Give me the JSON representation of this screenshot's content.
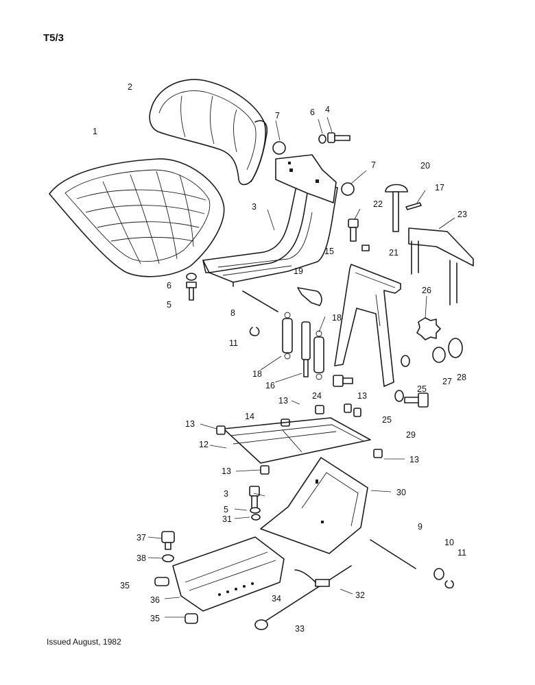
{
  "page": {
    "code": "T5/3",
    "issued": "Issued August, 1982"
  },
  "callouts": [
    {
      "id": "c1",
      "text": "1"
    },
    {
      "id": "c2",
      "text": "2"
    },
    {
      "id": "c3a",
      "text": "3"
    },
    {
      "id": "c3b",
      "text": "3"
    },
    {
      "id": "c4",
      "text": "4"
    },
    {
      "id": "c5a",
      "text": "5"
    },
    {
      "id": "c5b",
      "text": "5"
    },
    {
      "id": "c6a",
      "text": "6"
    },
    {
      "id": "c6b",
      "text": "6"
    },
    {
      "id": "c7a",
      "text": "7"
    },
    {
      "id": "c7b",
      "text": "7"
    },
    {
      "id": "c8",
      "text": "8"
    },
    {
      "id": "c9",
      "text": "9"
    },
    {
      "id": "c10",
      "text": "10"
    },
    {
      "id": "c11a",
      "text": "11"
    },
    {
      "id": "c11b",
      "text": "11"
    },
    {
      "id": "c12",
      "text": "12"
    },
    {
      "id": "c13a",
      "text": "13"
    },
    {
      "id": "c13b",
      "text": "13"
    },
    {
      "id": "c13c",
      "text": "13"
    },
    {
      "id": "c13d",
      "text": "13"
    },
    {
      "id": "c13e",
      "text": "13"
    },
    {
      "id": "c14",
      "text": "14"
    },
    {
      "id": "c15",
      "text": "15"
    },
    {
      "id": "c16",
      "text": "16"
    },
    {
      "id": "c17",
      "text": "17"
    },
    {
      "id": "c18a",
      "text": "18"
    },
    {
      "id": "c18b",
      "text": "18"
    },
    {
      "id": "c19",
      "text": "19"
    },
    {
      "id": "c20",
      "text": "20"
    },
    {
      "id": "c21",
      "text": "21"
    },
    {
      "id": "c22",
      "text": "22"
    },
    {
      "id": "c23",
      "text": "23"
    },
    {
      "id": "c24",
      "text": "24"
    },
    {
      "id": "c25a",
      "text": "25"
    },
    {
      "id": "c25b",
      "text": "25"
    },
    {
      "id": "c26",
      "text": "26"
    },
    {
      "id": "c27",
      "text": "27"
    },
    {
      "id": "c28",
      "text": "28"
    },
    {
      "id": "c29",
      "text": "29"
    },
    {
      "id": "c30",
      "text": "30"
    },
    {
      "id": "c31",
      "text": "31"
    },
    {
      "id": "c32",
      "text": "32"
    },
    {
      "id": "c33",
      "text": "33"
    },
    {
      "id": "c34",
      "text": "34"
    },
    {
      "id": "c35a",
      "text": "35"
    },
    {
      "id": "c35b",
      "text": "35"
    },
    {
      "id": "c36",
      "text": "36"
    },
    {
      "id": "c37",
      "text": "37"
    },
    {
      "id": "c38",
      "text": "38"
    }
  ]
}
